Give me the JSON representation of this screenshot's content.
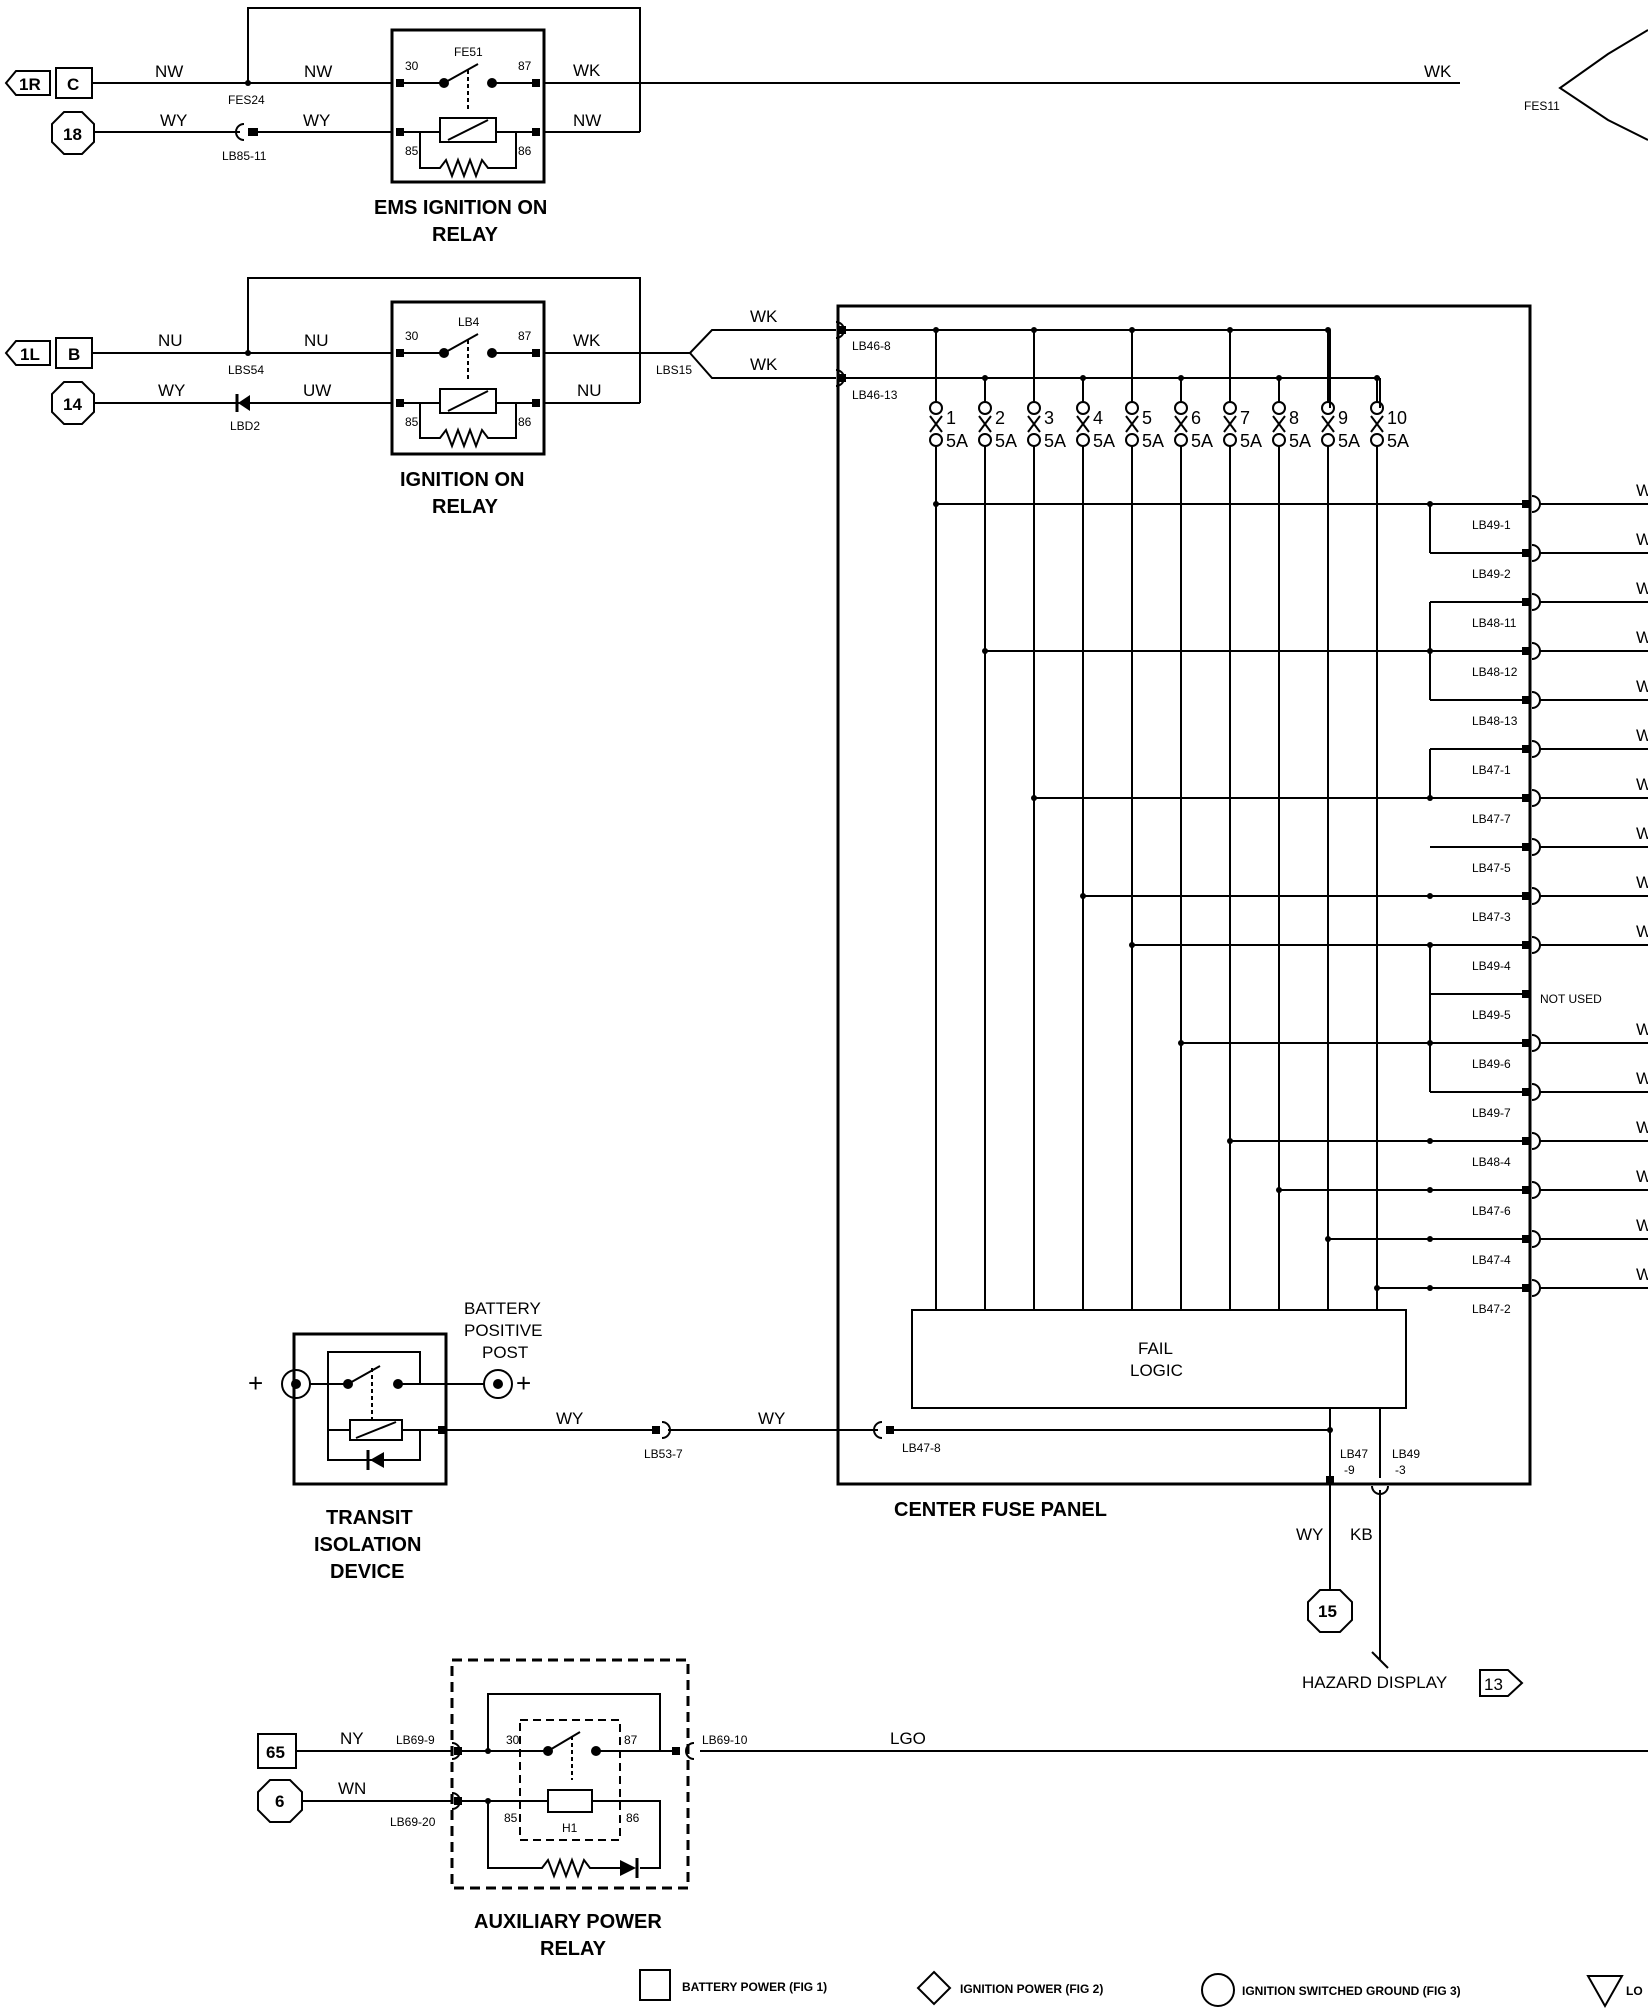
{
  "emsRelay": {
    "title1": "EMS IGNITION ON",
    "title2": "RELAY",
    "id": "FE51",
    "p30": "30",
    "p87": "87",
    "p85": "85",
    "p86": "86"
  },
  "ignRelay": {
    "title1": "IGNITION ON",
    "title2": "RELAY",
    "id": "LB4",
    "p30": "30",
    "p87": "87",
    "p85": "85",
    "p86": "86"
  },
  "auxRelay": {
    "title1": "AUXILIARY POWER",
    "title2": "RELAY",
    "id": "H1",
    "p30": "30",
    "p87": "87",
    "p85": "85",
    "p86": "86"
  },
  "refs": {
    "r1R": "1R",
    "rC": "C",
    "r18": "18",
    "r1L": "1L",
    "rB": "B",
    "r14": "14",
    "r15": "15",
    "r13": "13",
    "r65": "65",
    "r6": "6"
  },
  "wires": {
    "NW": "NW",
    "WY": "WY",
    "WK": "WK",
    "NU": "NU",
    "UW": "UW",
    "KB": "KB",
    "NY": "NY",
    "WN": "WN",
    "LGO": "LGO"
  },
  "connectors": {
    "FES24": "FES24",
    "LB85_11": "LB85-11",
    "FES11": "FES11",
    "LBS54": "LBS54",
    "LBD2": "LBD2",
    "LBS15": "LBS15",
    "LB46_8": "LB46-8",
    "LB46_13": "LB46-13",
    "LB53_7": "LB53-7",
    "LB47_8": "LB47-8",
    "LB47_9a": "LB47",
    "LB47_9b": "-9",
    "LB49_3a": "LB49",
    "LB49_3b": "-3",
    "LB69_9": "LB69-9",
    "LB69_10": "LB69-10",
    "LB69_20": "LB69-20"
  },
  "fuses": [
    {
      "n": "1",
      "a": "5A"
    },
    {
      "n": "2",
      "a": "5A"
    },
    {
      "n": "3",
      "a": "5A"
    },
    {
      "n": "4",
      "a": "5A"
    },
    {
      "n": "5",
      "a": "5A"
    },
    {
      "n": "6",
      "a": "5A"
    },
    {
      "n": "7",
      "a": "5A"
    },
    {
      "n": "8",
      "a": "5A"
    },
    {
      "n": "9",
      "a": "5A"
    },
    {
      "n": "10",
      "a": "5A"
    }
  ],
  "outputs": [
    "LB49-1",
    "LB49-2",
    "LB48-11",
    "LB48-12",
    "LB48-13",
    "LB47-1",
    "LB47-7",
    "LB47-5",
    "LB47-3",
    "LB49-4",
    "LB49-5",
    "LB49-6",
    "LB49-7",
    "LB48-4",
    "LB47-6",
    "LB47-4",
    "LB47-2"
  ],
  "outputWireLabel": "W",
  "notUsed": "NOT USED",
  "panel": {
    "title": "CENTER FUSE PANEL",
    "fail1": "FAIL",
    "fail2": "LOGIC"
  },
  "tid": {
    "t1": "TRANSIT",
    "t2": "ISOLATION",
    "t3": "DEVICE",
    "bp1": "BATTERY",
    "bp2": "POSITIVE",
    "bp3": "POST",
    "plus": "+"
  },
  "hazard": {
    "label": "HAZARD DISPLAY"
  },
  "legend": {
    "battery": "BATTERY POWER (FIG 1)",
    "ignition": "IGNITION POWER (FIG 2)",
    "switched": "IGNITION SWITCHED GROUND (FIG 3)",
    "lo": "LO"
  }
}
